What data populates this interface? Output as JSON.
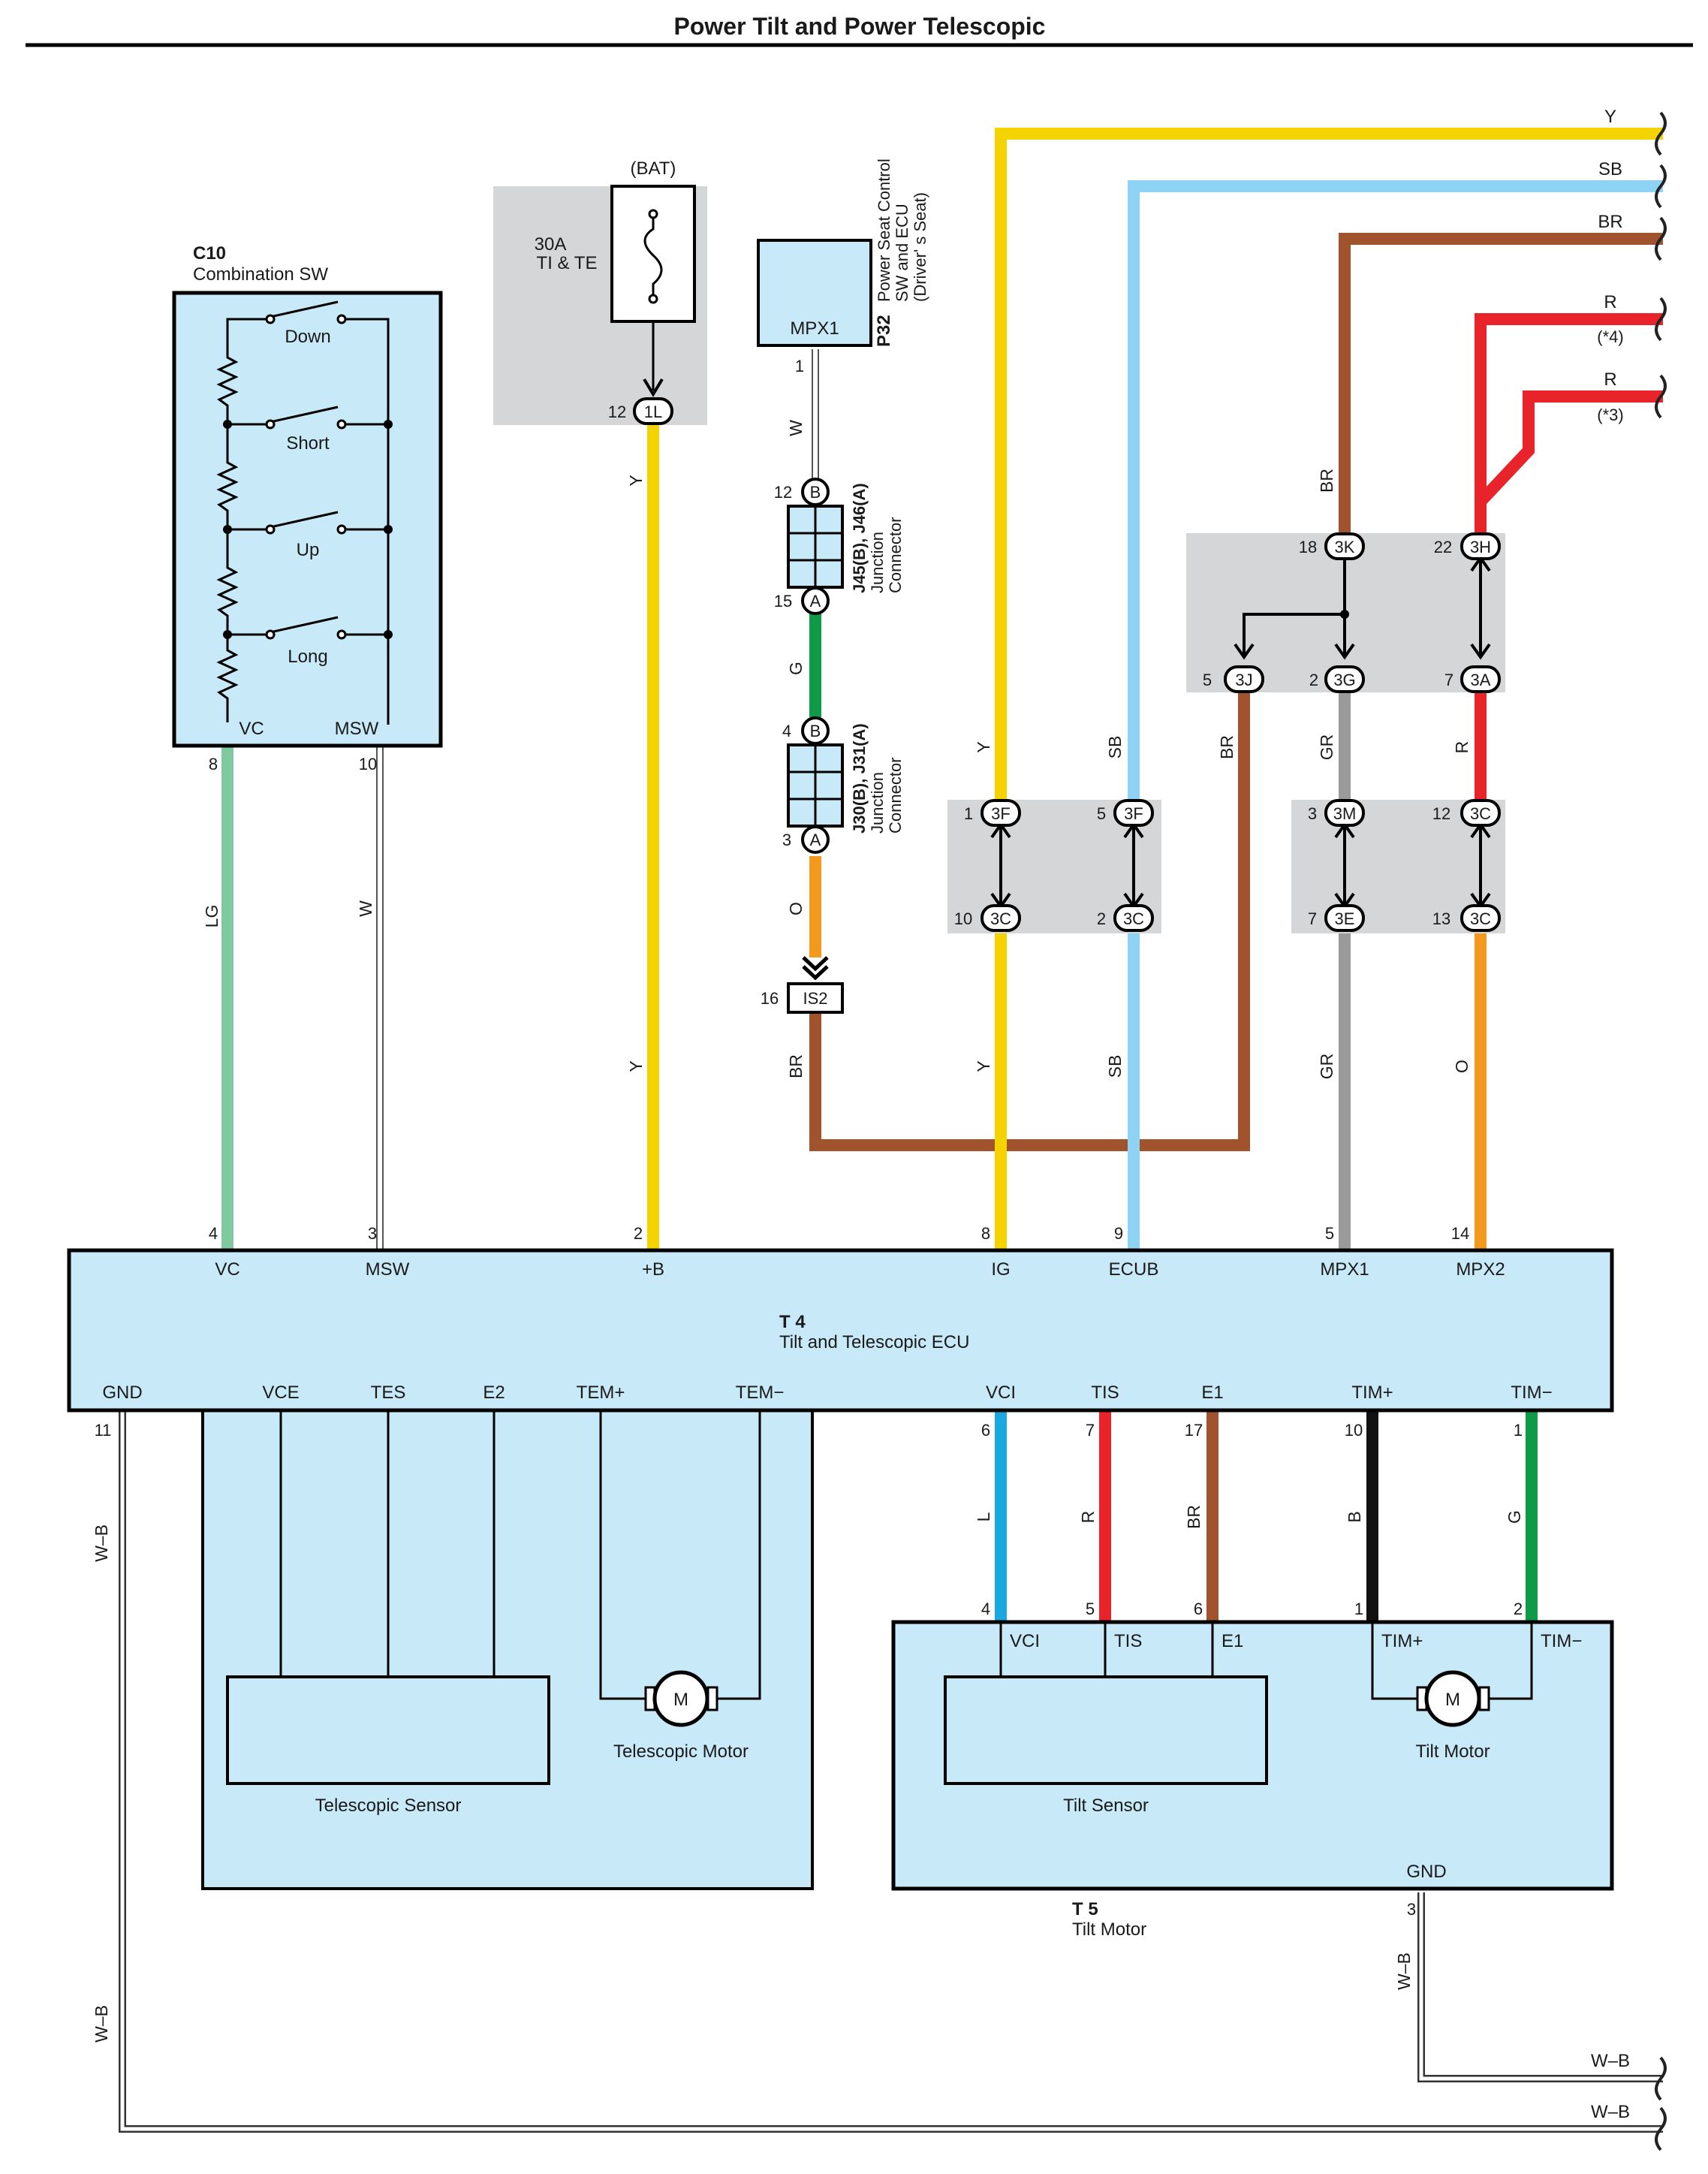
{
  "title": "Power Tilt and Power Telescopic",
  "colors": {
    "Y": "#f5d300",
    "SB": "#8fd3f4",
    "BR": "#a0532d",
    "R": "#e8232a",
    "LG": "#7ec99e",
    "W": "#ffffff",
    "G": "#0f9a48",
    "O": "#f39a1e",
    "GR": "#9a9a9a",
    "L": "#1ba8e0",
    "B": "#111111",
    "WB": "#ffffff",
    "box_fill": "#c8e9f8",
    "gray_fill": "#d5d6d8"
  },
  "c10": {
    "code": "C10",
    "name": "Combination SW",
    "switches": [
      "Down",
      "Short",
      "Up",
      "Long"
    ],
    "term_vc": "VC",
    "term_msw": "MSW",
    "pin_vc": "8",
    "pin_msw": "10"
  },
  "fuse": {
    "source": "(BAT)",
    "rating": "30A",
    "name": "TI & TE",
    "pin": "12",
    "connector": "1L"
  },
  "p32": {
    "code": "P32",
    "name_lines": [
      "Power Seat Control",
      "SW and ECU",
      "(Driver' s Seat)"
    ],
    "terminal": "MPX1",
    "pin": "1"
  },
  "j45": {
    "code": "J45(B), J46(A)",
    "name_lines": [
      "Junction",
      "Connector"
    ],
    "top_pin": "12",
    "top_letter": "B",
    "bottom_pin": "15",
    "bottom_letter": "A"
  },
  "j30": {
    "code": "J30(B), J31(A)",
    "name_lines": [
      "Junction",
      "Connector"
    ],
    "top_pin": "4",
    "top_letter": "B",
    "bottom_pin": "3",
    "bottom_letter": "A"
  },
  "is2": {
    "pin": "16",
    "name": "IS2"
  },
  "right_wires": [
    {
      "label": "Y",
      "note": ""
    },
    {
      "label": "SB",
      "note": ""
    },
    {
      "label": "BR",
      "note": ""
    },
    {
      "label": "R",
      "note": "(*4)"
    },
    {
      "label": "R",
      "note": "(*3)"
    }
  ],
  "jb_top": {
    "k": {
      "pin": "18",
      "name": "3K"
    },
    "h": {
      "pin": "22",
      "name": "3H"
    },
    "j": {
      "pin": "5",
      "name": "3J"
    },
    "g": {
      "pin": "2",
      "name": "3G"
    },
    "a": {
      "pin": "7",
      "name": "3A"
    }
  },
  "jb_left": {
    "f1": {
      "pin": "1",
      "name": "3F"
    },
    "f5": {
      "pin": "5",
      "name": "3F"
    },
    "c10": {
      "pin": "10",
      "name": "3C"
    },
    "c2": {
      "pin": "2",
      "name": "3C"
    }
  },
  "jb_right": {
    "m": {
      "pin": "3",
      "name": "3M"
    },
    "c12": {
      "pin": "12",
      "name": "3C"
    },
    "e": {
      "pin": "7",
      "name": "3E"
    },
    "c13": {
      "pin": "13",
      "name": "3C"
    }
  },
  "wire_labels": {
    "lg": "LG",
    "w": "W",
    "y": "Y",
    "g": "G",
    "o": "O",
    "br": "BR",
    "sb": "SB",
    "gr": "GR",
    "r": "R",
    "l": "L",
    "b": "B",
    "wb": "W-B"
  },
  "t4": {
    "code": "T 4",
    "name": "Tilt and Telescopic ECU",
    "top_terms": [
      {
        "pin": "4",
        "name": "VC"
      },
      {
        "pin": "3",
        "name": "MSW"
      },
      {
        "pin": "2",
        "name": "+B"
      },
      {
        "pin": "8",
        "name": "IG"
      },
      {
        "pin": "9",
        "name": "ECUB"
      },
      {
        "pin": "5",
        "name": "MPX1"
      },
      {
        "pin": "14",
        "name": "MPX2"
      }
    ],
    "bottom_terms": [
      {
        "pin": "11",
        "name": "GND"
      },
      {
        "pin": "",
        "name": "VCE"
      },
      {
        "pin": "",
        "name": "TES"
      },
      {
        "pin": "",
        "name": "E2"
      },
      {
        "pin": "",
        "name": "TEM+"
      },
      {
        "pin": "",
        "name": "TEM−"
      },
      {
        "pin": "6",
        "name": "VCI"
      },
      {
        "pin": "7",
        "name": "TIS"
      },
      {
        "pin": "17",
        "name": "E1"
      },
      {
        "pin": "10",
        "name": "TIM+"
      },
      {
        "pin": "1",
        "name": "TIM−"
      }
    ]
  },
  "telescopic": {
    "sensor": "Telescopic Sensor",
    "motor": "Telescopic Motor",
    "motor_symbol": "M"
  },
  "t5": {
    "code": "T 5",
    "name": "Tilt Motor",
    "terms": [
      {
        "pin": "4",
        "name": "VCI"
      },
      {
        "pin": "5",
        "name": "TIS"
      },
      {
        "pin": "6",
        "name": "E1"
      },
      {
        "pin": "1",
        "name": "TIM+"
      },
      {
        "pin": "2",
        "name": "TIM−"
      }
    ],
    "sensor": "Tilt Sensor",
    "motor": "Tilt Motor",
    "motor_symbol": "M",
    "gnd": "GND",
    "gnd_pin": "3"
  },
  "ground_wires": [
    {
      "label": "W–B"
    },
    {
      "label": "W–B"
    }
  ]
}
